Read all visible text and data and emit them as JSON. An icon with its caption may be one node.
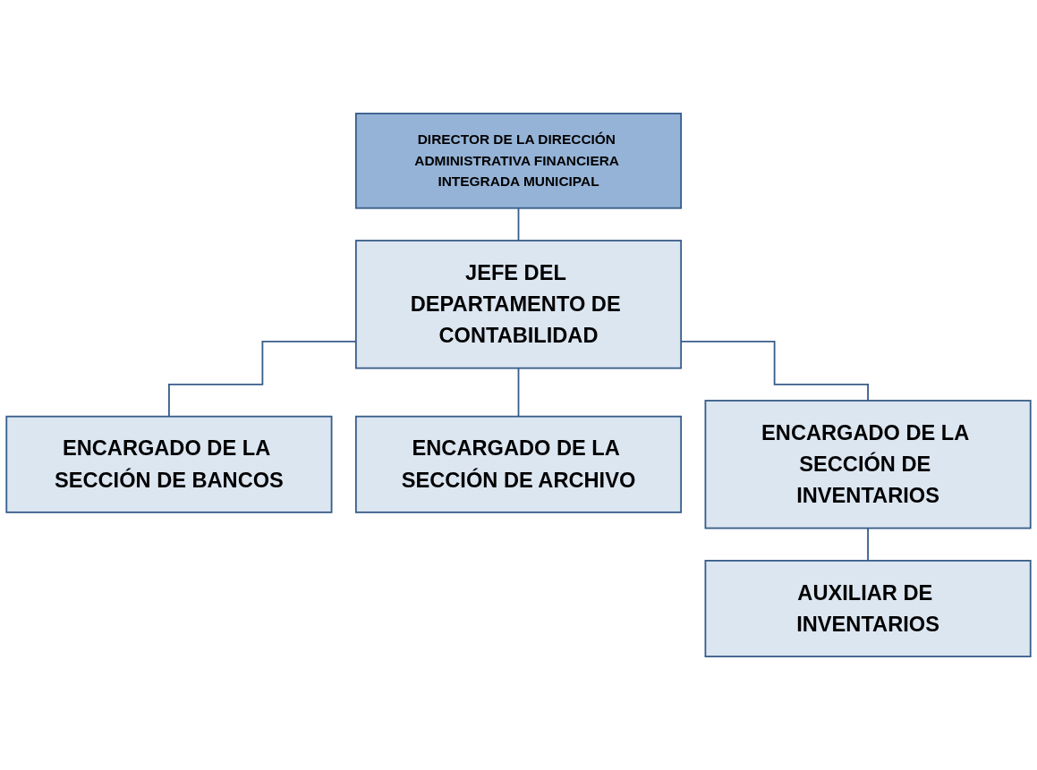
{
  "diagram": {
    "nodes": [
      {
        "text": [
          "DIRECTOR DE LA DIRECCIÓN ADMINISTRATIVA FINANCIERA INTEGRADA MUNICIPAL"
        ]
      },
      {
        "text": [
          "JEFE DEL DEPARTAMENTO DE CONTABILIDAD"
        ]
      },
      {
        "text": [
          "ENCARGADO DE LA SECCIÓN DE BANCOS"
        ]
      },
      {
        "text": [
          "ENCARGADO DE LA SECCIÓN DE ARCHIVO"
        ]
      },
      {
        "text": [
          "ENCARGADO DE LA SECCIÓN DE INVENTARIOS"
        ]
      },
      {
        "text": [
          "AUXILIAR DE INVENTARIOS"
        ]
      }
    ],
    "edges": [
      {
        "from": 0,
        "to": 1,
        "arrow": "none"
      },
      {
        "from": 1,
        "to": 2,
        "arrow": "none"
      },
      {
        "from": 1,
        "to": 3,
        "arrow": "none"
      },
      {
        "from": 1,
        "to": 4,
        "arrow": "none"
      },
      {
        "from": 4,
        "to": 5,
        "arrow": "none"
      }
    ]
  }
}
